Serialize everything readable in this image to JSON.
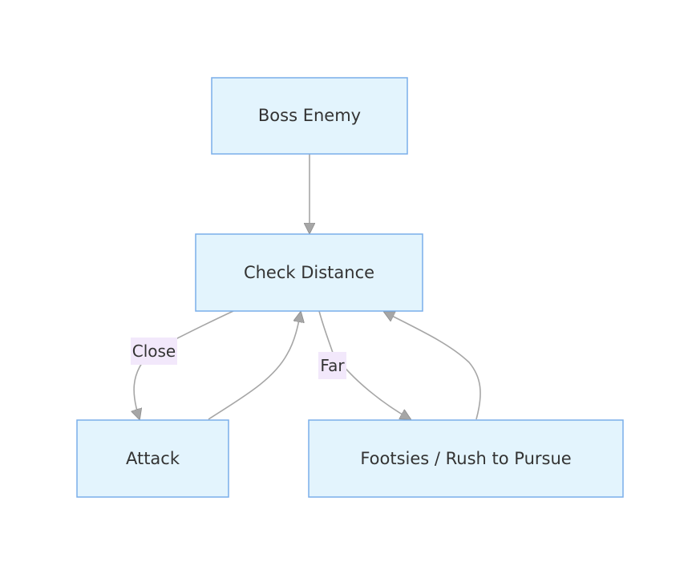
{
  "nodes": {
    "boss": "Boss Enemy",
    "check": "Check Distance",
    "attack": "Attack",
    "footsies": "Footsies / Rush to Pursue"
  },
  "edges": {
    "close_label": "Close",
    "far_label": "Far"
  },
  "colors": {
    "node_fill": "#e3f4fd",
    "node_stroke": "#7aaeea",
    "edge": "#a6a6a6",
    "label_bg": "#f2e8fb",
    "text": "#333333"
  }
}
